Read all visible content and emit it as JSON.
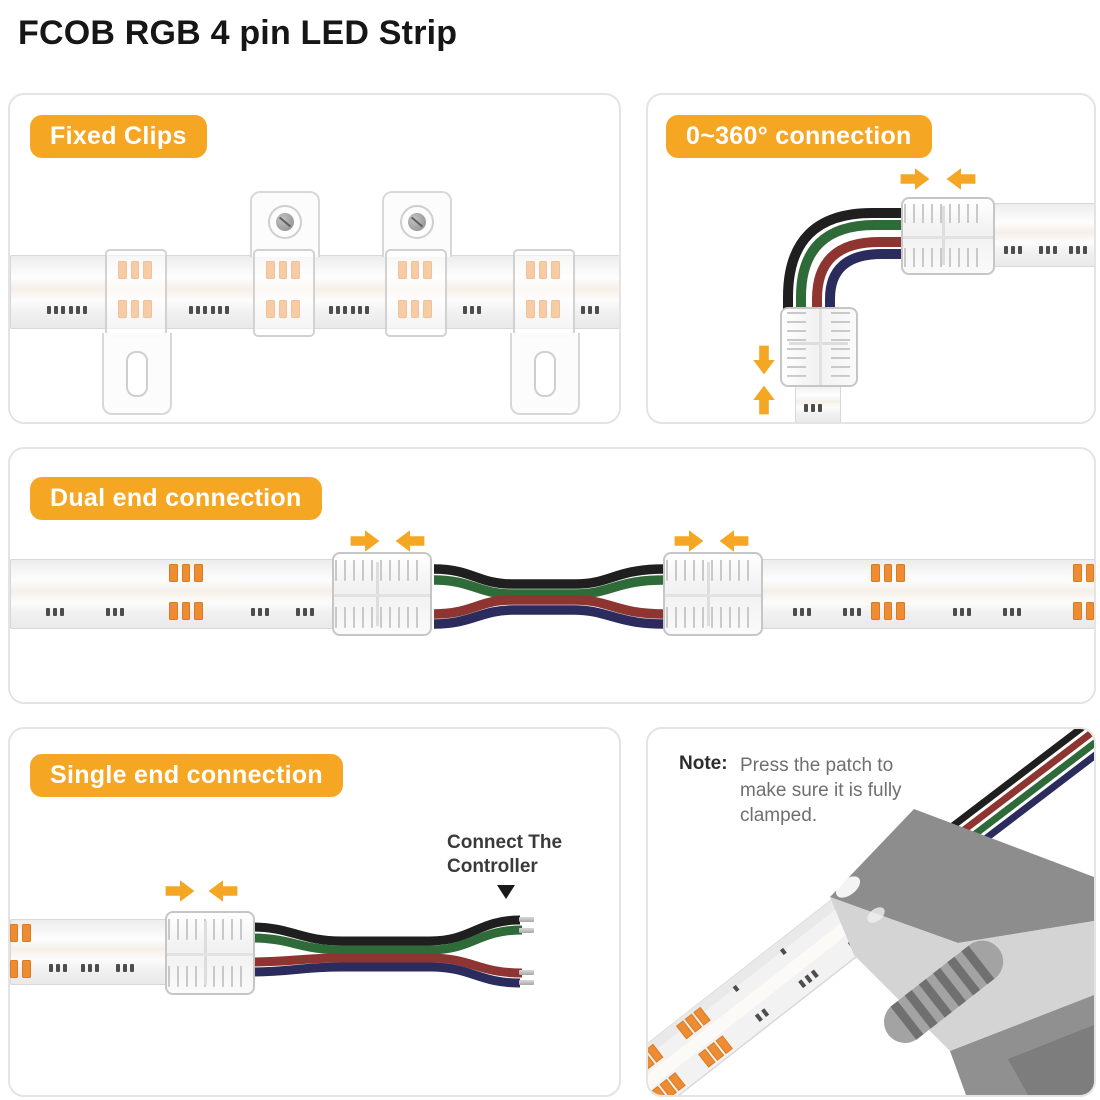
{
  "page": {
    "title": "FCOB RGB 4 pin LED Strip"
  },
  "panels": {
    "fixed_clips": {
      "label": "Fixed Clips"
    },
    "angle_connection": {
      "label": "0~360° connection"
    },
    "dual_end": {
      "label": "Dual end connection"
    },
    "single_end": {
      "label": "Single end connection",
      "annotation_line1": "Connect The",
      "annotation_line2": "Controller"
    },
    "note": {
      "label": "Note:",
      "lines": [
        "Press the patch to",
        "make sure it is fully",
        "clamped."
      ]
    }
  },
  "icons": {
    "push_right_arrow": "block-arrow-right",
    "push_left_arrow": "block-arrow-left",
    "push_down_arrow": "block-arrow-down",
    "push_up_arrow": "block-arrow-up",
    "pointer_down": "filled-triangle-down"
  },
  "colors": {
    "accent": "#F5A623",
    "solder_pad": "#EE8C33",
    "wire_black": "#1F1F1F",
    "wire_green": "#2E6B39",
    "wire_red": "#8E3531",
    "wire_blue": "#2B2B5E"
  }
}
